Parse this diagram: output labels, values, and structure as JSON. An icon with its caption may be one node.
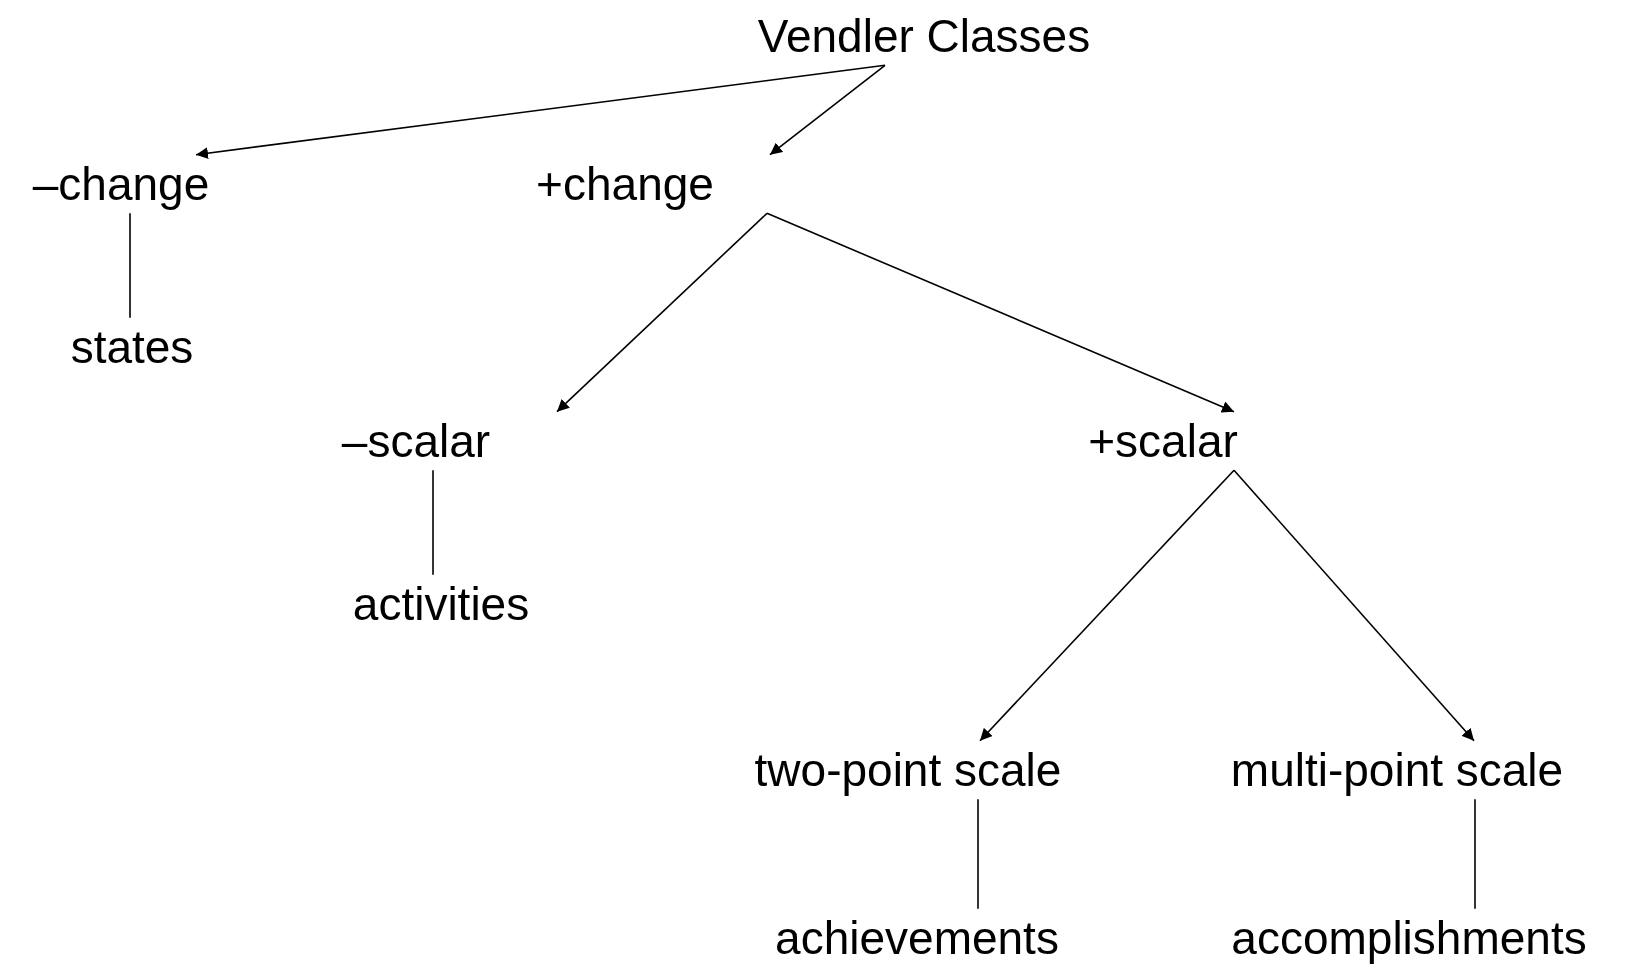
{
  "diagram": {
    "nodes": [
      {
        "text": [
          "Vendler Classes"
        ]
      },
      {
        "text": [
          "–change"
        ]
      },
      {
        "text": [
          "+change"
        ]
      },
      {
        "text": [
          "states"
        ]
      },
      {
        "text": [
          "–scalar"
        ]
      },
      {
        "text": [
          "activities"
        ]
      },
      {
        "text": [
          "+scalar"
        ]
      },
      {
        "text": [
          "two-point scale"
        ]
      },
      {
        "text": [
          "multi-point scale"
        ]
      },
      {
        "text": [
          "achievements"
        ]
      },
      {
        "text": [
          "accomplishments"
        ]
      }
    ],
    "edges": [
      {
        "from": 0,
        "to": 1,
        "arrow": "to"
      },
      {
        "from": 0,
        "to": 2,
        "arrow": "to"
      },
      {
        "from": 1,
        "to": 3,
        "arrow": "none"
      },
      {
        "from": 2,
        "to": 4,
        "arrow": "to"
      },
      {
        "from": 2,
        "to": 6,
        "arrow": "to"
      },
      {
        "from": 4,
        "to": 5,
        "arrow": "none"
      },
      {
        "from": 6,
        "to": 7,
        "arrow": "to"
      },
      {
        "from": 6,
        "to": 8,
        "arrow": "to"
      },
      {
        "from": 7,
        "to": 9,
        "arrow": "none"
      },
      {
        "from": 8,
        "to": 10,
        "arrow": "none"
      }
    ]
  }
}
